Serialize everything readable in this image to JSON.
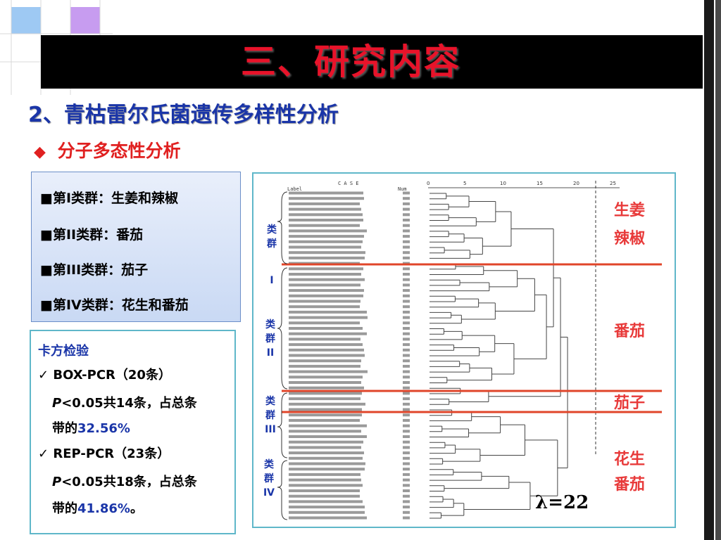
{
  "title": "三、研究内容",
  "subtitle": "2、青枯雷尔氏菌遗传多样性分析",
  "bullet_heading": "分子多态性分析",
  "clusters": [
    "■第I类群：生姜和辣椒",
    "■第II类群：番茄",
    "■第III类群：茄子",
    "■第IV类群：花生和番茄"
  ],
  "chi_square": {
    "title": "卡方检验",
    "box": {
      "label": "BOX-PCR（20条）",
      "p": "P",
      "stat": "<0.05共14条，占总条",
      "prefix": "带的",
      "percent": "32.56%",
      "suffix": ""
    },
    "rep": {
      "label": "REP-PCR（23条）",
      "p": "P",
      "stat": "<0.05共18条，占总条",
      "prefix": "带的",
      "percent": "41.86%",
      "suffix": "。"
    }
  },
  "dendrogram": {
    "header_label": "Label",
    "header_case": "C A S E",
    "header_num": "Num",
    "scale": [
      "0",
      "5",
      "10",
      "15",
      "20",
      "25"
    ],
    "groups": [
      {
        "name": "类",
        "name2": "群",
        "roman": "I"
      },
      {
        "name": "类",
        "name2": "群",
        "roman": "II"
      },
      {
        "name": "类",
        "name2": "群",
        "roman": "III"
      },
      {
        "name": "类",
        "name2": "群",
        "roman": "IV"
      }
    ],
    "hosts": [
      "生姜",
      "辣椒",
      "番茄",
      "茄子",
      "花生",
      "番茄"
    ],
    "lambda": "λ=22"
  }
}
